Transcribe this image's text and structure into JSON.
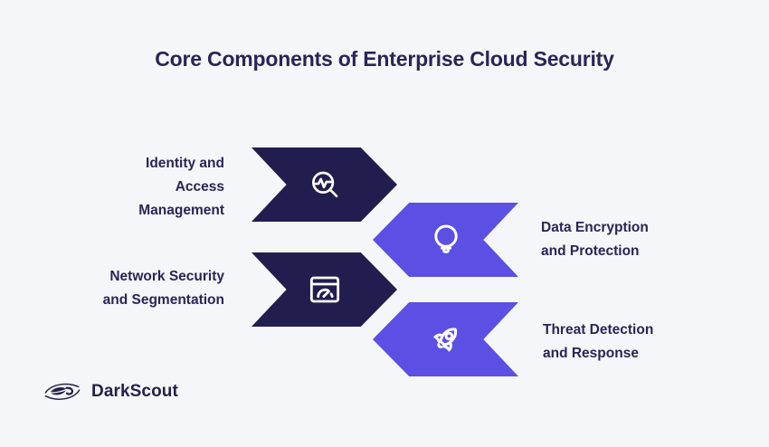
{
  "title": "Core Components of Enterprise Cloud Security",
  "steps": [
    {
      "label": "Identity and Access Management",
      "lines": [
        "Identity and",
        "Access",
        "Management"
      ],
      "icon": "magnifier-activity-icon",
      "direction": "right",
      "color": "#221D4F"
    },
    {
      "label": "Data Encryption and Protection",
      "lines": [
        "Data Encryption",
        "and Protection"
      ],
      "icon": "lightbulb-icon",
      "direction": "left",
      "color": "#5B50E3"
    },
    {
      "label": "Network Security and Segmentation",
      "lines": [
        "Network Security",
        "and Segmentation"
      ],
      "icon": "gauge-window-icon",
      "direction": "right",
      "color": "#221D4F"
    },
    {
      "label": "Threat Detection and Response",
      "lines": [
        "Threat Detection",
        "and Response"
      ],
      "icon": "rocket-icon",
      "direction": "left",
      "color": "#5B50E3"
    }
  ],
  "brand": {
    "name": "DarkScout"
  },
  "colors": {
    "background": "#F5F6F9",
    "navy_arrow": "#221D4F",
    "purple_arrow": "#5B50E3",
    "heading_text": "#2B2457",
    "icon_stroke": "#FFFFFF"
  }
}
